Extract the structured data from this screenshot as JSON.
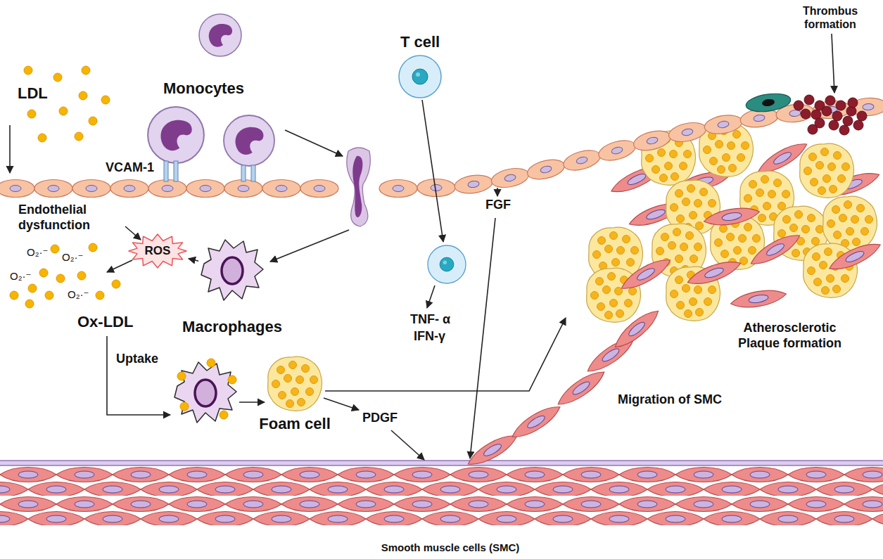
{
  "diagram": {
    "nodes": [
      {
        "text": [
          "T cell"
        ]
      },
      {
        "text": [
          "ROS"
        ]
      },
      {
        "text": [
          "Macrophages"
        ]
      },
      {
        "text": [
          "Foam cell"
        ]
      }
    ],
    "edges": [
      {
        "from": 2,
        "to": 1,
        "arrow": "to"
      }
    ],
    "labels": [
      "Thrombus formation",
      "LDL",
      "Monocytes",
      "VCAM-1",
      "Endothelial dysfunction",
      "O₂·⁻",
      "O₂·⁻",
      "O₂·⁻",
      "O₂·⁻",
      "Ox-LDL",
      "TNF- α",
      "IFN-γ",
      "FGF",
      "Atherosclerotic Plaque formation",
      "Uptake",
      "PDGF",
      "Migration of SMC",
      "Smooth muscle cells (SMC)"
    ]
  }
}
